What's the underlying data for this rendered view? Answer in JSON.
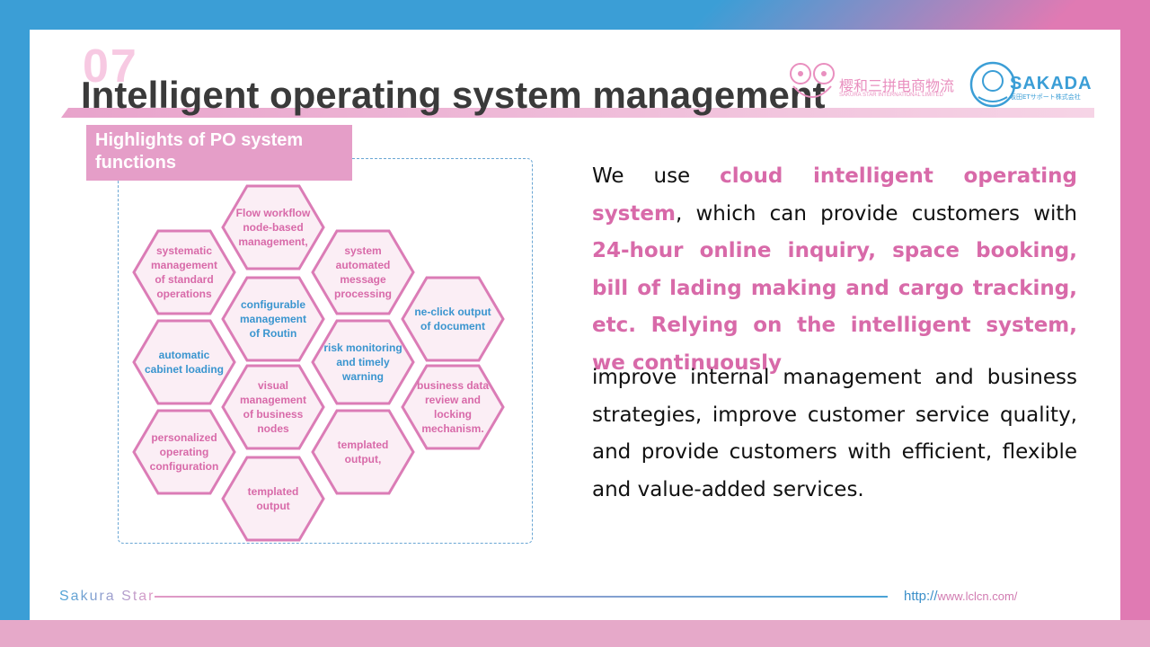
{
  "slide": {
    "number": "07",
    "title": "Intelligent operating system management",
    "logos": {
      "left_cn": "樱和三拼电商物流",
      "left_en": "SAKURA STAR INTERNATIONAL LIMITED",
      "right_name": "SAKADA",
      "right_sub": "坂田ETサポート株式会社"
    },
    "highlight_box": "Highlights of PO system functions",
    "hexagons": [
      {
        "text": "Flow workflow node-based management,",
        "color": "pink"
      },
      {
        "text": "systematic management of standard operations",
        "color": "pink"
      },
      {
        "text": "system automated message processing",
        "color": "pink"
      },
      {
        "text": "configurable management of Routin",
        "color": "blue"
      },
      {
        "text": "ne-click output of document",
        "color": "blue"
      },
      {
        "text": "automatic cabinet loading",
        "color": "blue"
      },
      {
        "text": "risk monitoring and timely warning",
        "color": "blue"
      },
      {
        "text": "visual management of business nodes",
        "color": "pink"
      },
      {
        "text": "business data review and locking mechanism.",
        "color": "pink"
      },
      {
        "text": "personalized operating configuration",
        "color": "pink"
      },
      {
        "text": "templated output,",
        "color": "pink"
      },
      {
        "text": "templated output",
        "color": "pink"
      }
    ],
    "paragraph1": {
      "t1": "We use ",
      "h1": "cloud intelligent operating system",
      "t2": ", which can provide customers with ",
      "h2": "24-hour online inquiry, space booking, bill of lading making and cargo tracking, etc. Relying on the intelligent system, we continuously"
    },
    "paragraph2": "improve internal management and business strategies, improve customer service quality, and provide customers with efficient, flexible and value-added services.",
    "footer": {
      "brand": "Sakura Star",
      "url_prefix": "http://",
      "url_rest": "www.lclcn.com/"
    }
  },
  "colors": {
    "pink_text": "#d86aa9",
    "blue_text": "#3a95cf",
    "hex_stroke": "#db7cb6",
    "hex_fill": "#fbeef5"
  }
}
